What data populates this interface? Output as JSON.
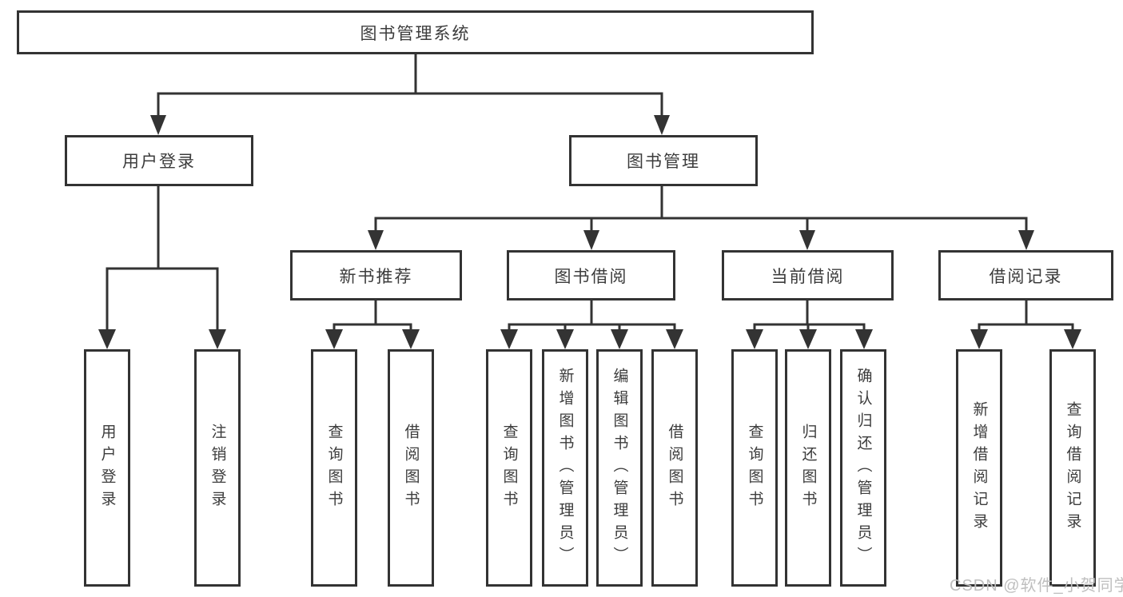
{
  "nodes": {
    "root": "图书管理系统",
    "user_login": "用户登录",
    "book_management": "图书管理",
    "new_book_recommend": "新书推荐",
    "book_borrowing": "图书借阅",
    "current_borrowing": "当前借阅",
    "borrowing_records": "借阅记录",
    "leaf_user_login": "用户登录",
    "leaf_logout_login": "注销登录",
    "leaf_query_books_recommend": "查询图书",
    "leaf_borrow_books_recommend": "借阅图书",
    "leaf_query_books_borrowing": "查询图书",
    "leaf_add_books_admin": "新增图书（管理员）",
    "leaf_edit_books_admin": "编辑图书（管理员）",
    "leaf_borrow_books_borrowing": "借阅图书",
    "leaf_query_books_current": "查询图书",
    "leaf_return_books": "归还图书",
    "leaf_confirm_return_admin": "确认归还（管理员）",
    "leaf_add_borrow_record": "新增借阅记录",
    "leaf_query_borrow_record": "查询借阅记录"
  },
  "watermark": "CSDN @软件_小贺同学",
  "colors": {
    "line": "#333333",
    "box_border": "#333333",
    "text": "#3c3c3c",
    "watermark": "#bfbfbf",
    "background": "#ffffff"
  }
}
